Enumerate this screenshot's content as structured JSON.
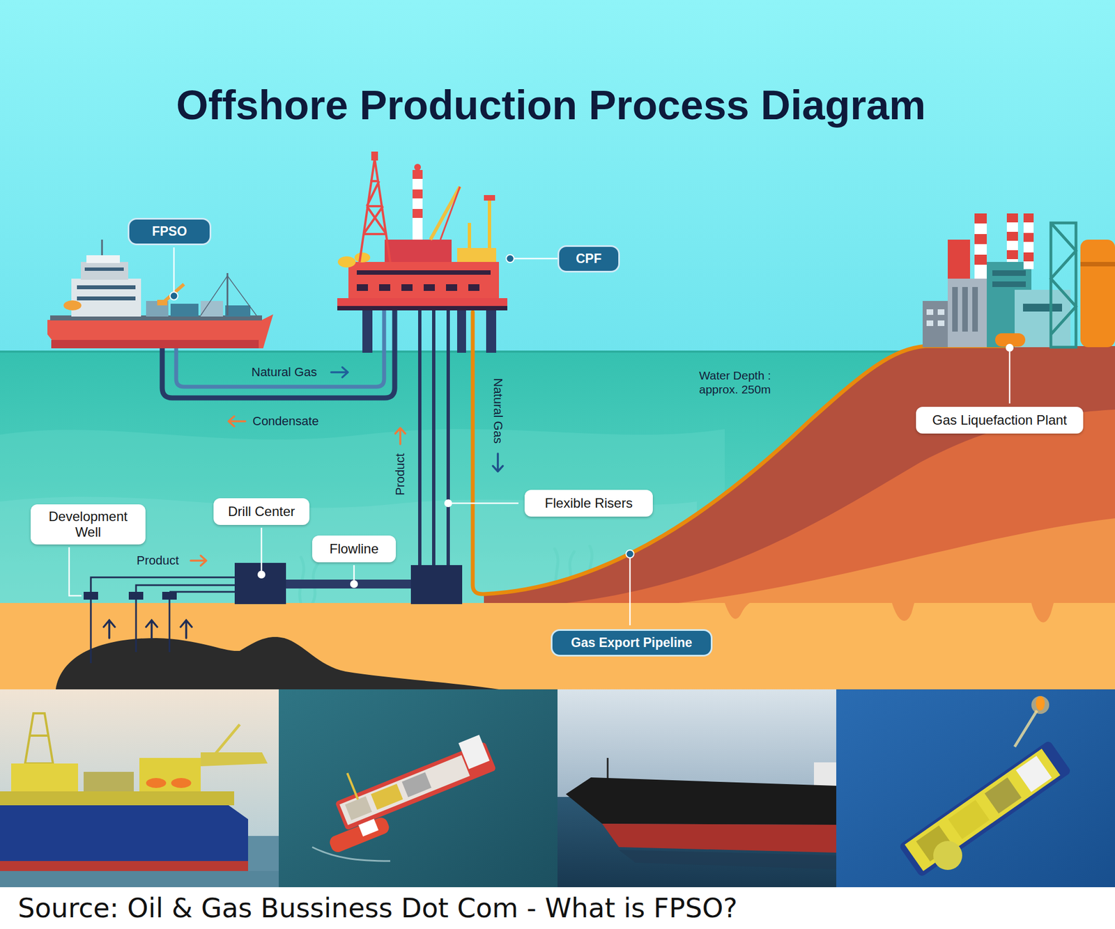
{
  "diagram": {
    "title": "Offshore Production Process Diagram",
    "caption": "Source: Oil & Gas Bussiness Dot Com - What is FPSO?",
    "nodes": [
      {
        "text": [
          "FPSO"
        ]
      },
      {
        "text": [
          "CPF"
        ]
      },
      {
        "text": [
          "Gas Liquefaction Plant"
        ]
      },
      {
        "text": [
          "Development Well"
        ]
      },
      {
        "text": [
          "Drill Center"
        ]
      },
      {
        "text": [
          "Flexible Risers"
        ]
      },
      {
        "text": [
          "Flowline"
        ]
      },
      {
        "text": [
          "Gas Export Pipeline"
        ]
      }
    ],
    "labels": [
      "Natural Gas",
      "Water Depth : approx. 250m",
      "Natural Gas",
      "Condensate",
      "Product",
      "Product"
    ]
  }
}
